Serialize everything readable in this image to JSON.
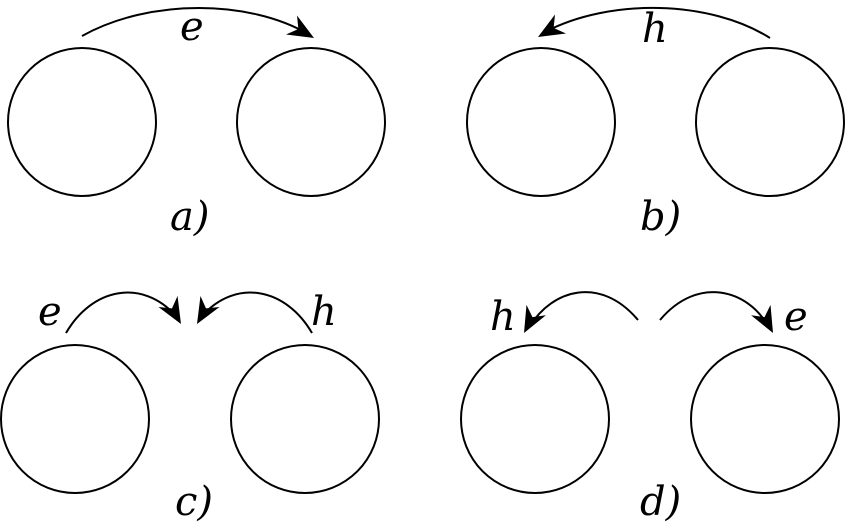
{
  "panels": {
    "a": {
      "caption": "a)",
      "arrows": [
        {
          "label": "e"
        }
      ]
    },
    "b": {
      "caption": "b)",
      "arrows": [
        {
          "label": "h"
        }
      ]
    },
    "c": {
      "caption": "c)",
      "arrows": [
        {
          "label": "e"
        },
        {
          "label": "h"
        }
      ]
    },
    "d": {
      "caption": "d)",
      "arrows": [
        {
          "label": "h"
        },
        {
          "label": "e"
        }
      ]
    }
  },
  "colors": {
    "stroke": "#000000",
    "background": "#ffffff"
  }
}
